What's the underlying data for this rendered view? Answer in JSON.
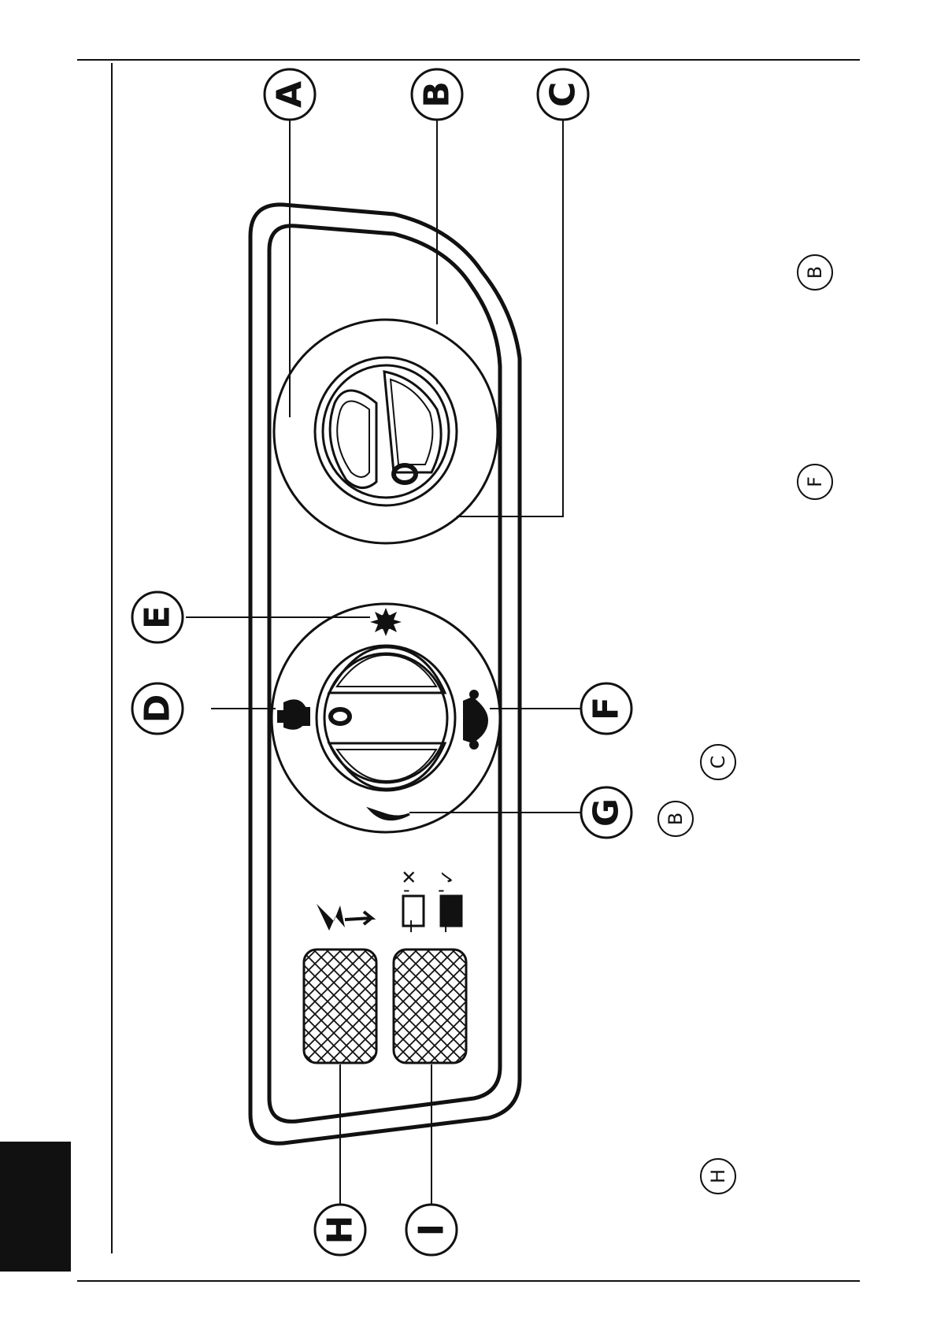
{
  "diagram": {
    "callouts": [
      {
        "id": "A",
        "label": "A"
      },
      {
        "id": "B",
        "label": "B"
      },
      {
        "id": "C",
        "label": "C"
      },
      {
        "id": "D",
        "label": "D"
      },
      {
        "id": "E",
        "label": "E"
      },
      {
        "id": "F",
        "label": "F"
      },
      {
        "id": "G",
        "label": "G"
      },
      {
        "id": "H",
        "label": "H"
      },
      {
        "id": "I",
        "label": "I"
      }
    ],
    "side_refs": [
      {
        "id": "ref-b-top",
        "label": "B"
      },
      {
        "id": "ref-f",
        "label": "F"
      },
      {
        "id": "ref-c",
        "label": "C"
      },
      {
        "id": "ref-b-mid",
        "label": "B"
      },
      {
        "id": "ref-h",
        "label": "H"
      }
    ],
    "battery_marks": {
      "bad": "✕",
      "good": "✓"
    },
    "colors": {
      "ink": "#111111",
      "paper": "#ffffff",
      "tab": "#111111"
    }
  }
}
